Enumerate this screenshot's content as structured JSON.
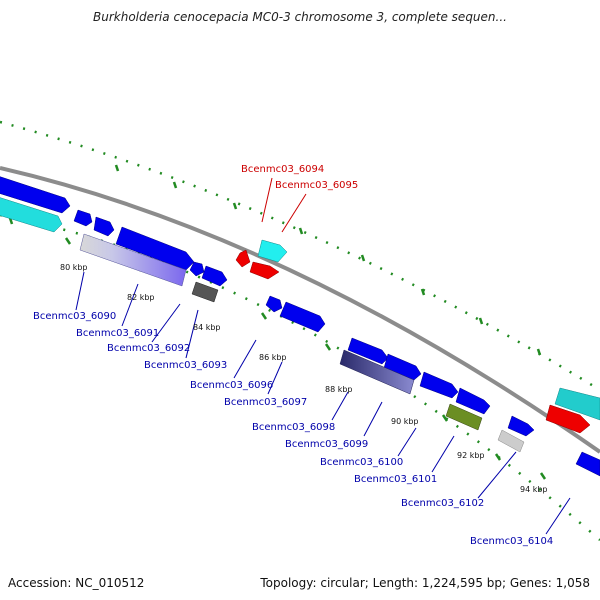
{
  "title": "Burkholderia cenocepacia MC0-3 chromosome 3, complete sequen...",
  "footer": {
    "accession": "Accession: NC_010512",
    "summary": "Topology: circular; Length: 1,224,595 bp; Genes: 1,058"
  },
  "scale_labels": [
    "80 kbp",
    "82 kbp",
    "84 kbp",
    "86 kbp",
    "88 kbp",
    "90 kbp",
    "92 kbp",
    "94 kbp"
  ],
  "gene_labels": {
    "g6094": "Bcenmc03_6094",
    "g6095": "Bcenmc03_6095",
    "g6090": "Bcenmc03_6090",
    "g6091": "Bcenmc03_6091",
    "g6092": "Bcenmc03_6092",
    "g6093": "Bcenmc03_6093",
    "g6096": "Bcenmc03_6096",
    "g6097": "Bcenmc03_6097",
    "g6098": "Bcenmc03_6098",
    "g6099": "Bcenmc03_6099",
    "g6100": "Bcenmc03_6100",
    "g6101": "Bcenmc03_6101",
    "g6102": "Bcenmc03_6102",
    "g6104": "Bcenmc03_6104"
  },
  "colors": {
    "backbone": "#8c8c8c",
    "cds_blue": "#0000ee",
    "rrna_red": "#ee0000",
    "cyan": "#22dddd",
    "lavender": "#7b68ee",
    "dark_gray": "#555555",
    "light_gray": "#cccccc",
    "olive": "#6b8e23",
    "slate": "#3a3a8a",
    "tick_green": "#228b22",
    "label_blue": "#0000aa",
    "label_red": "#cc0000"
  }
}
